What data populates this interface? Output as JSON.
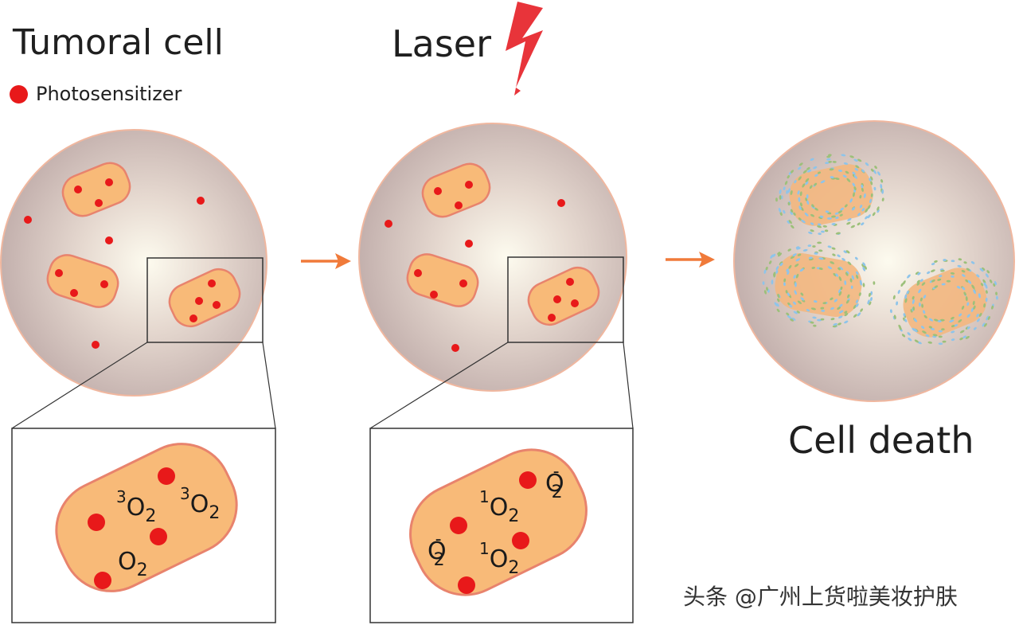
{
  "labels": {
    "tumoral_cell": "Tumoral cell",
    "photosensitizer": "Photosensitizer",
    "laser": "Laser",
    "cell_death": "Cell death"
  },
  "zoom_left": {
    "m1": {
      "sup": "3",
      "base": "O",
      "sub": "2"
    },
    "m2": {
      "sup": "3",
      "base": "O",
      "sub": "2"
    },
    "m3": {
      "base": "O",
      "sub": "2"
    }
  },
  "zoom_right": {
    "m1": {
      "sup": "1",
      "base": "O",
      "sub": "2"
    },
    "m2": {
      "base": "O",
      "sup": "-",
      "sub": "2"
    },
    "m3": {
      "base": "O",
      "sup": "-",
      "sub": "2"
    },
    "m4": {
      "sup": "1",
      "base": "O",
      "sub": "2"
    }
  },
  "watermark": "头条 @广州上货啦美妆护肤",
  "colors": {
    "photosensitizer": "#e8191a",
    "organelle": "#f8ba78",
    "organelle_border": "#e8836d",
    "arrow": "#f07a3a",
    "laser_bolt": "#e8343a",
    "ros_blue": "#8ec4ea",
    "ros_green": "#9cc07a"
  }
}
